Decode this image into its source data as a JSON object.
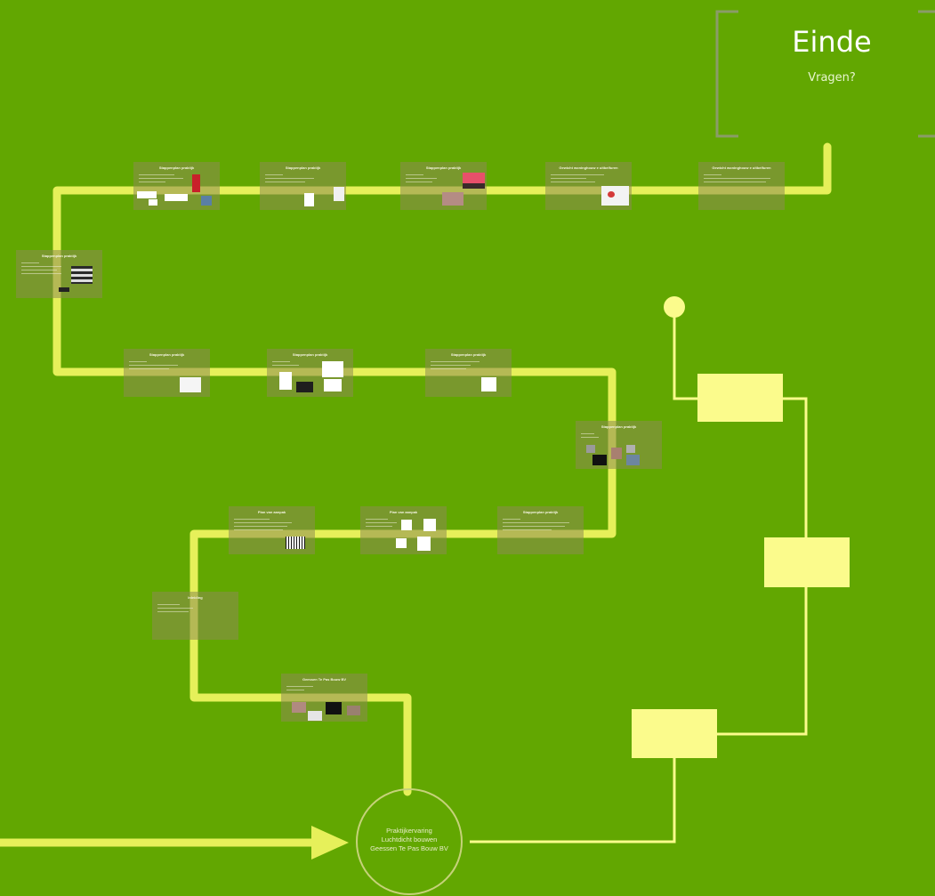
{
  "end_frame": {
    "title": "Einde",
    "subtitle": "Vragen?"
  },
  "start_circle": {
    "lines": [
      "Praktijkervaring",
      "Luchtdicht bouwen",
      "Geessen Te Pas Bouw BV"
    ]
  },
  "cards": [
    {
      "id": "c1",
      "title": "Stappenplan praktijk"
    },
    {
      "id": "c2",
      "title": "Stappenplan praktijk"
    },
    {
      "id": "c3",
      "title": "Stappenplan praktijk"
    },
    {
      "id": "c4",
      "title": "Gewicht woninghouw e uitbelfuren"
    },
    {
      "id": "c5",
      "title": "Gewicht woninghouw e uitbelfuren"
    },
    {
      "id": "c6",
      "title": "Stappenplan praktijk"
    },
    {
      "id": "c7",
      "title": "Stappenplan praktijk"
    },
    {
      "id": "c8",
      "title": "Stappenplan praktijk"
    },
    {
      "id": "c9",
      "title": "Stappenplan praktijk"
    },
    {
      "id": "c10",
      "title": "Stappenplan praktijk"
    },
    {
      "id": "c11",
      "title": "Plan van aanpak"
    },
    {
      "id": "c12",
      "title": "Plan van aanpak"
    },
    {
      "id": "c13",
      "title": "Stappenplan praktijk"
    },
    {
      "id": "c14",
      "title": "Inleiding"
    },
    {
      "id": "c15",
      "title": "Geessen Te Pas Bouw BV"
    }
  ],
  "colors": {
    "background": "#62a701",
    "path": "#e6f05a",
    "right_diagram": "#fbfb8c",
    "card": "#8c8c52",
    "circle_outline": "#c6d27a"
  }
}
